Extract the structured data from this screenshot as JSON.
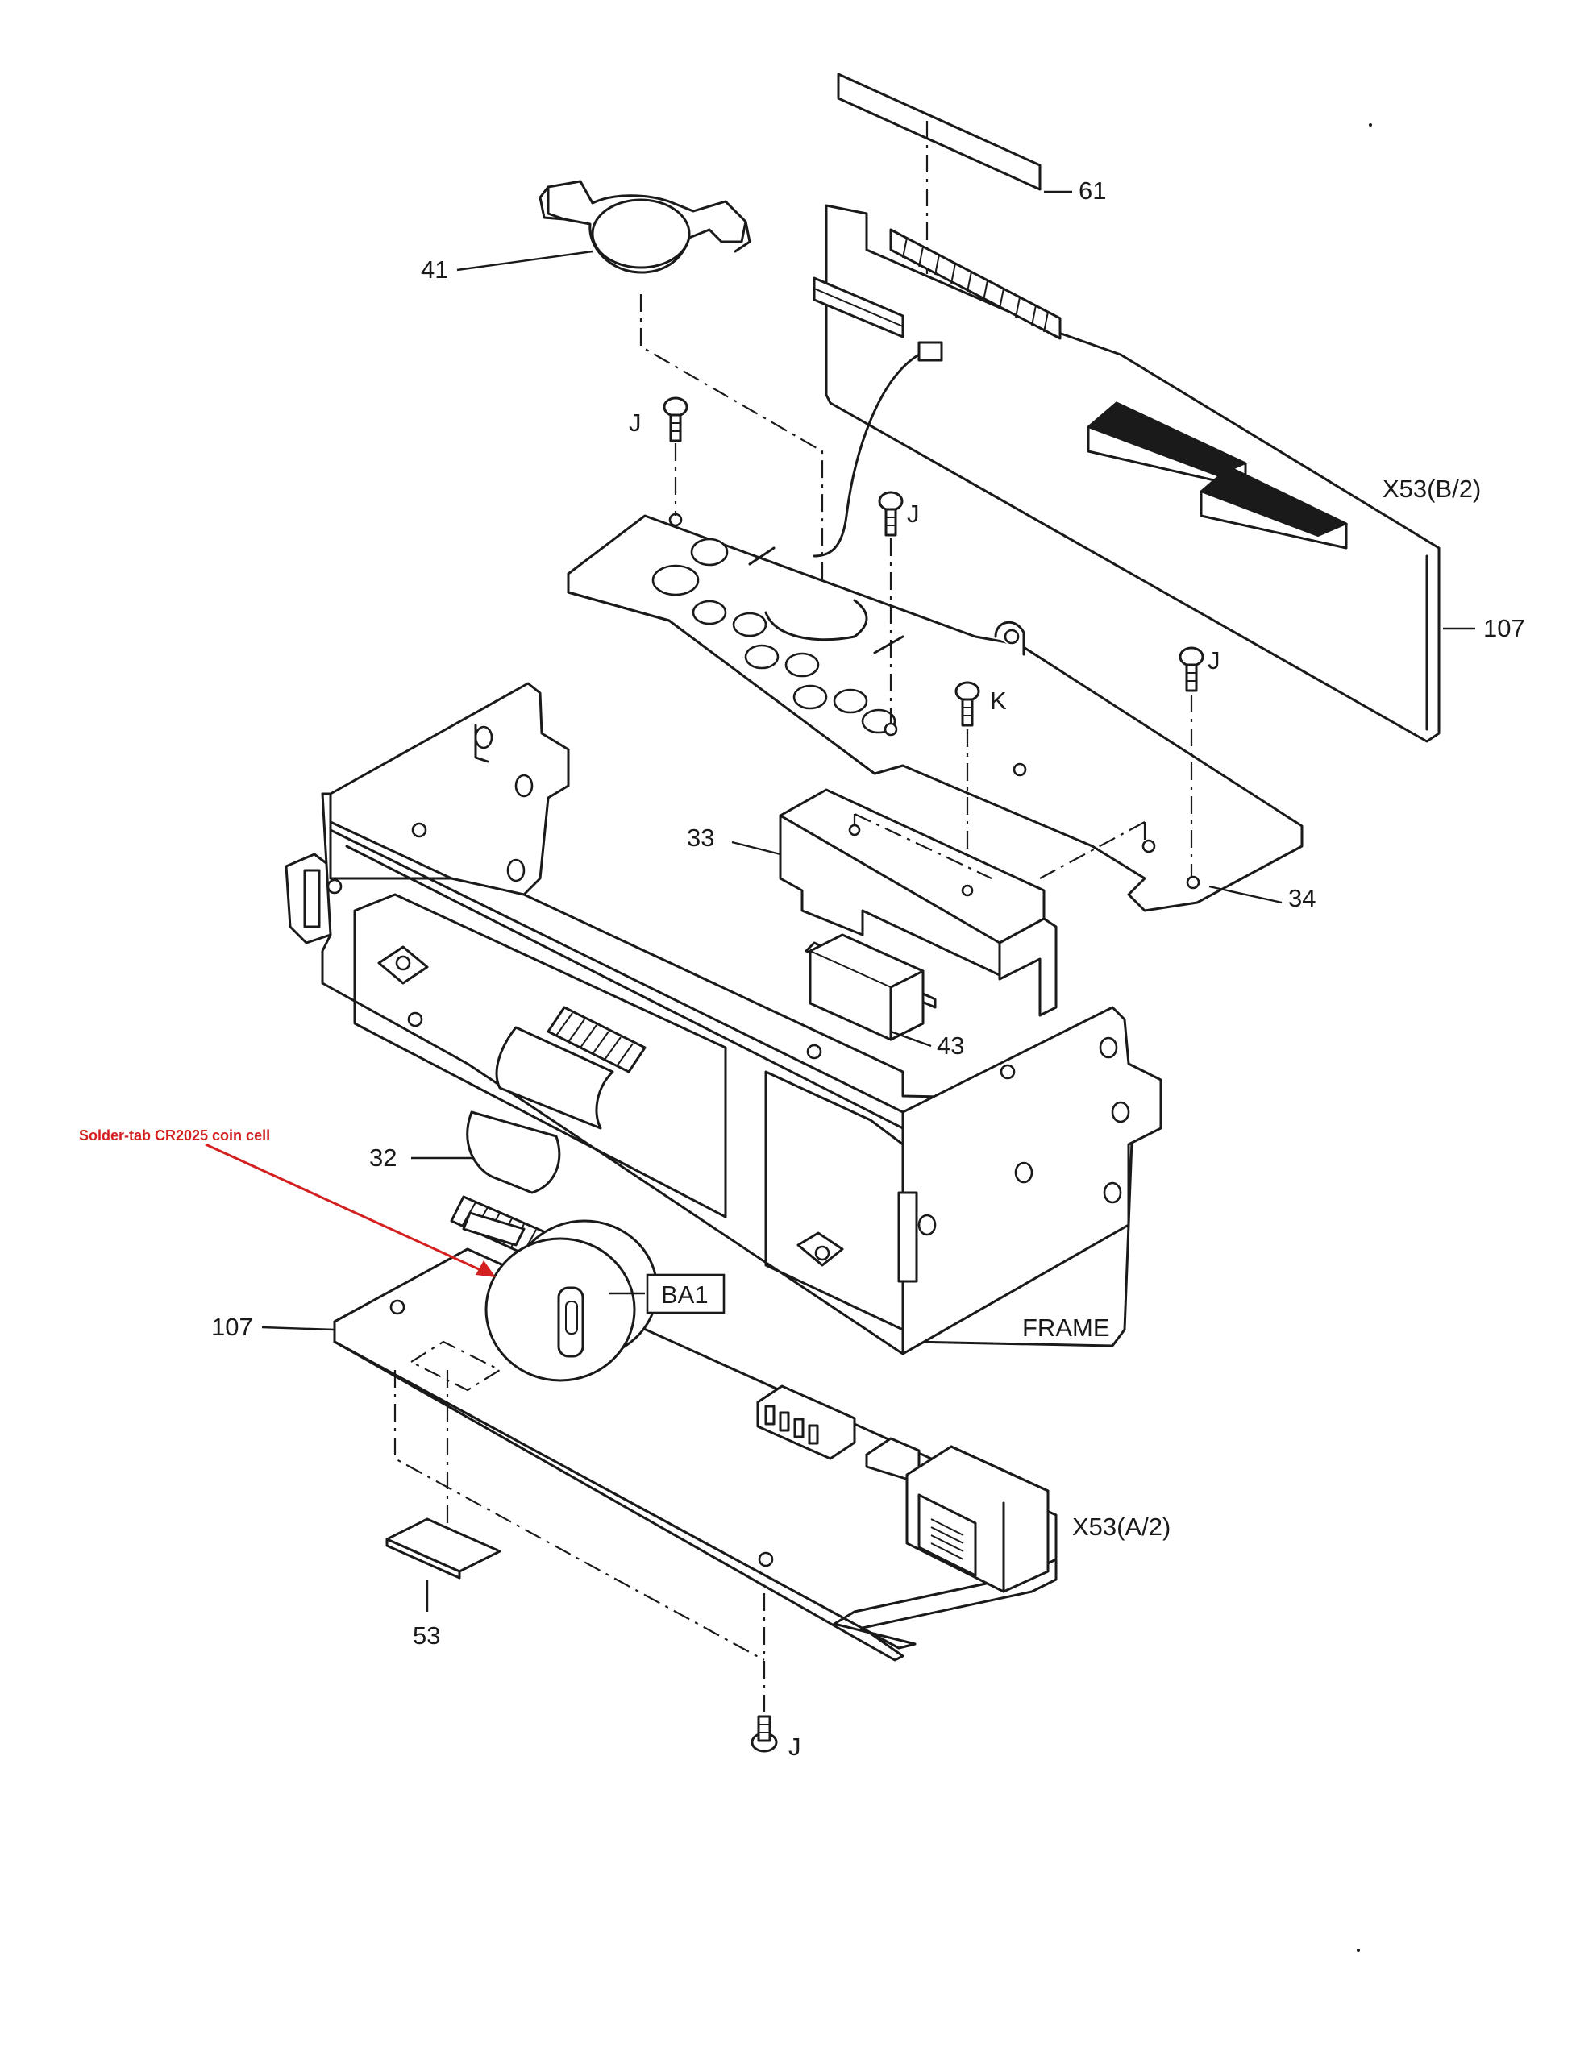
{
  "annotation": {
    "text": "Solder-tab CR2025 coin cell",
    "color": "#d42020"
  },
  "labels": {
    "part_61": "61",
    "part_41": "41",
    "screw_j_1": "J",
    "screw_j_2": "J",
    "screw_j_3": "J",
    "screw_j_4": "J",
    "screw_k": "K",
    "board_b": "X53(B/2)",
    "part_107_top": "107",
    "part_33": "33",
    "part_34": "34",
    "part_43": "43",
    "part_32": "32",
    "battery": "BA1",
    "part_107_bottom": "107",
    "frame": "FRAME",
    "board_a": "X53(A/2)",
    "part_53": "53"
  }
}
